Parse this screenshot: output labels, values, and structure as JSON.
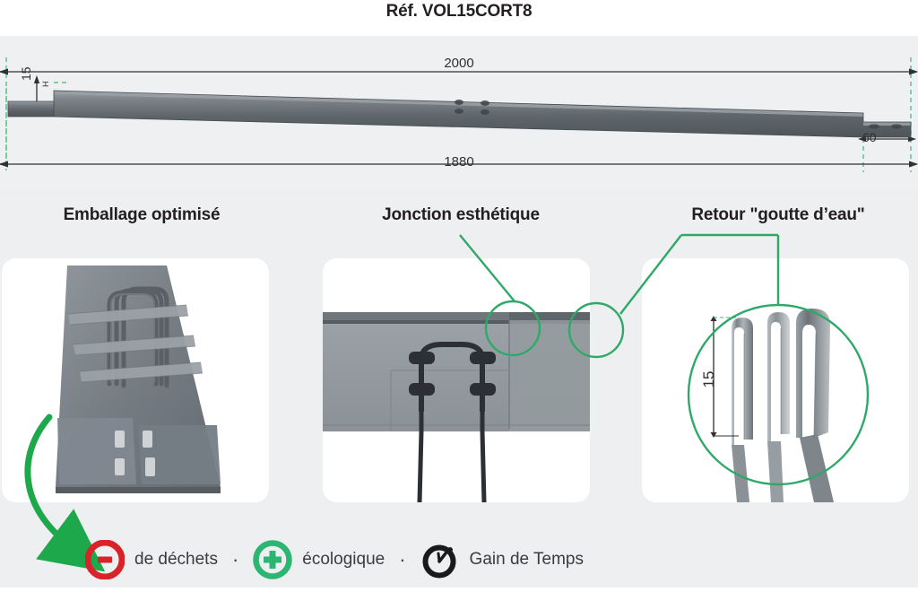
{
  "header": {
    "title": "Réf. VOL15CORT8"
  },
  "drawing": {
    "name": "product-elevation-drawing",
    "dimensions": {
      "overall_length": "2000",
      "useful_length": "1880",
      "end_return": "60",
      "height": "15",
      "height_unit_mark": "H"
    },
    "colors": {
      "extension_line": "#3cb878",
      "dimension_line": "#2f3033",
      "bar_fill_top": "#8a9096",
      "bar_fill_body": "#5c6368",
      "background": "#eef0f1"
    },
    "rivet_count": 4
  },
  "sections": [
    {
      "id": "emballage",
      "heading": "Emballage optimisé",
      "photo_alt": "Panneaux de coffrage empilés et cerclés avec étriers en acier"
    },
    {
      "id": "jonction",
      "heading": "Jonction esthétique",
      "photo_alt": "Jonction entre deux panneaux avec étrier et fers de fixation"
    },
    {
      "id": "retour",
      "heading": "Retour \"goutte d’eau\"",
      "photo_alt": "Détail des retours pliés goutte d’eau en haut des lames",
      "callout_dimension": "15"
    }
  ],
  "annotations": {
    "accent_green": "#2fa968",
    "arrow_green": "#1ea84c"
  },
  "footer": {
    "badges": [
      {
        "icon": "minus-circle-icon",
        "label": "de déchets",
        "color": "#d8232a"
      },
      {
        "icon": "plus-circle-icon",
        "label": "écologique",
        "color": "#2bb673"
      },
      {
        "icon": "stopwatch-icon",
        "label": "Gain de Temps",
        "color": "#1a1a1a"
      }
    ],
    "separator": "·"
  }
}
